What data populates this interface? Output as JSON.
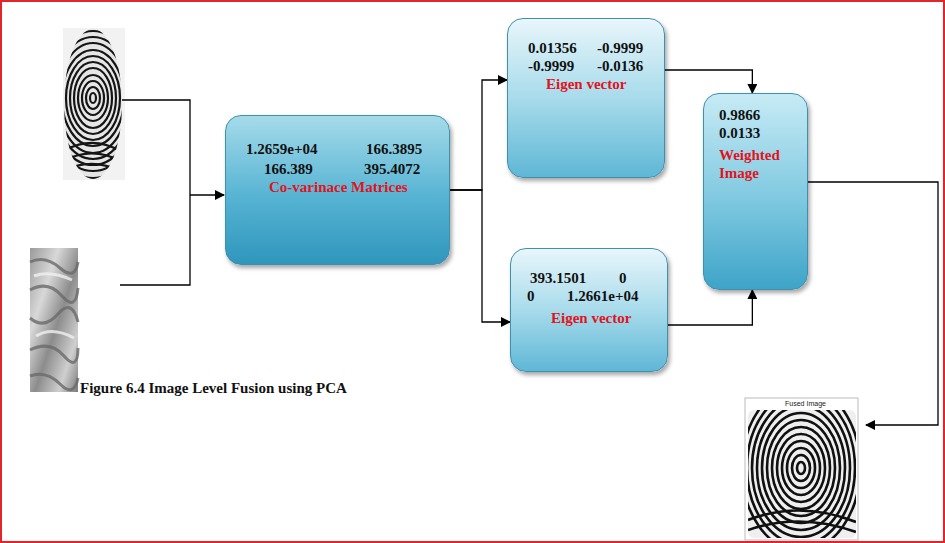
{
  "diagram": {
    "caption": "Figure 6.4 Image Level Fusion using PCA",
    "nodes": [
      {
        "text": [
          "1.2659e+04",
          "166.3895",
          "166.389",
          "395.4072",
          "Co-varinace Matrices"
        ]
      },
      {
        "text": [
          "0.01356",
          "-0.9999",
          "-0.9999",
          "-0.0136",
          "Eigen vector"
        ]
      },
      {
        "text": [
          "393.1501",
          "0",
          "0",
          "1.2661e+04",
          "Eigen vector"
        ]
      },
      {
        "text": [
          "0.9866",
          "0.0133",
          "Weighted Image"
        ]
      },
      {
        "text": [
          "Fused Image"
        ]
      }
    ],
    "edges": [
      {
        "from": 0,
        "to": 1,
        "arrow": "to"
      },
      {
        "from": 0,
        "to": 2,
        "arrow": "to"
      },
      {
        "from": 1,
        "to": 3,
        "arrow": "to"
      },
      {
        "from": 2,
        "to": 3,
        "arrow": "to"
      },
      {
        "from": 3,
        "to": 4,
        "arrow": "to"
      }
    ]
  }
}
